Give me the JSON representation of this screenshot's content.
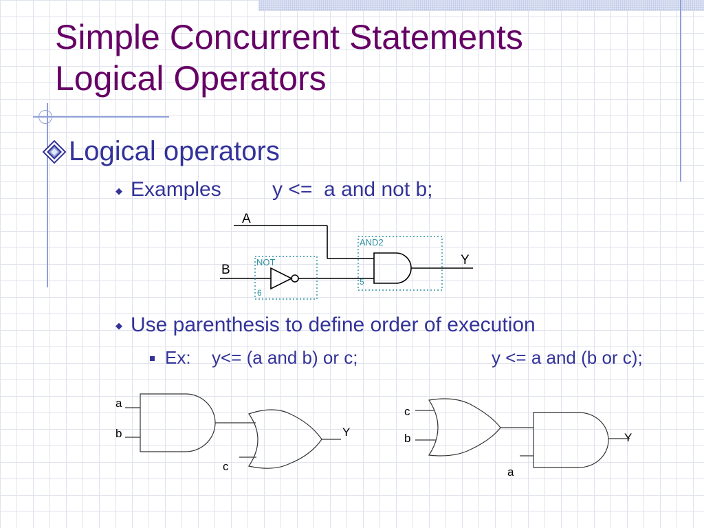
{
  "slide": {
    "title_line1": "Simple Concurrent Statements",
    "title_line2": "Logical Operators",
    "bullet": "Logical operators",
    "examples_label": "Examples",
    "examples_code": "y <=  a and not b;",
    "parenthesis_text": "Use parenthesis to define order of execution",
    "ex_label": "Ex:",
    "ex_code1": "y<= (a and b) or c;",
    "ex_code2": "y <= a and (b or c);"
  },
  "circuit1": {
    "input_a": "A",
    "input_b": "B",
    "output": "Y",
    "not_label": "NOT",
    "not_index": "6",
    "and_label": "AND2",
    "and_index": "5"
  },
  "circuit2": {
    "input_a": "a",
    "input_b": "b",
    "input_c": "c",
    "output": "Y"
  },
  "circuit3": {
    "input_c": "c",
    "input_b": "b",
    "input_a": "a",
    "output": "Y"
  },
  "colors": {
    "title": "#660066",
    "text": "#333399",
    "grid": "#dfe3ee",
    "accent_line": "#8ea0d8",
    "schematic_label": "#2a8fa0"
  }
}
